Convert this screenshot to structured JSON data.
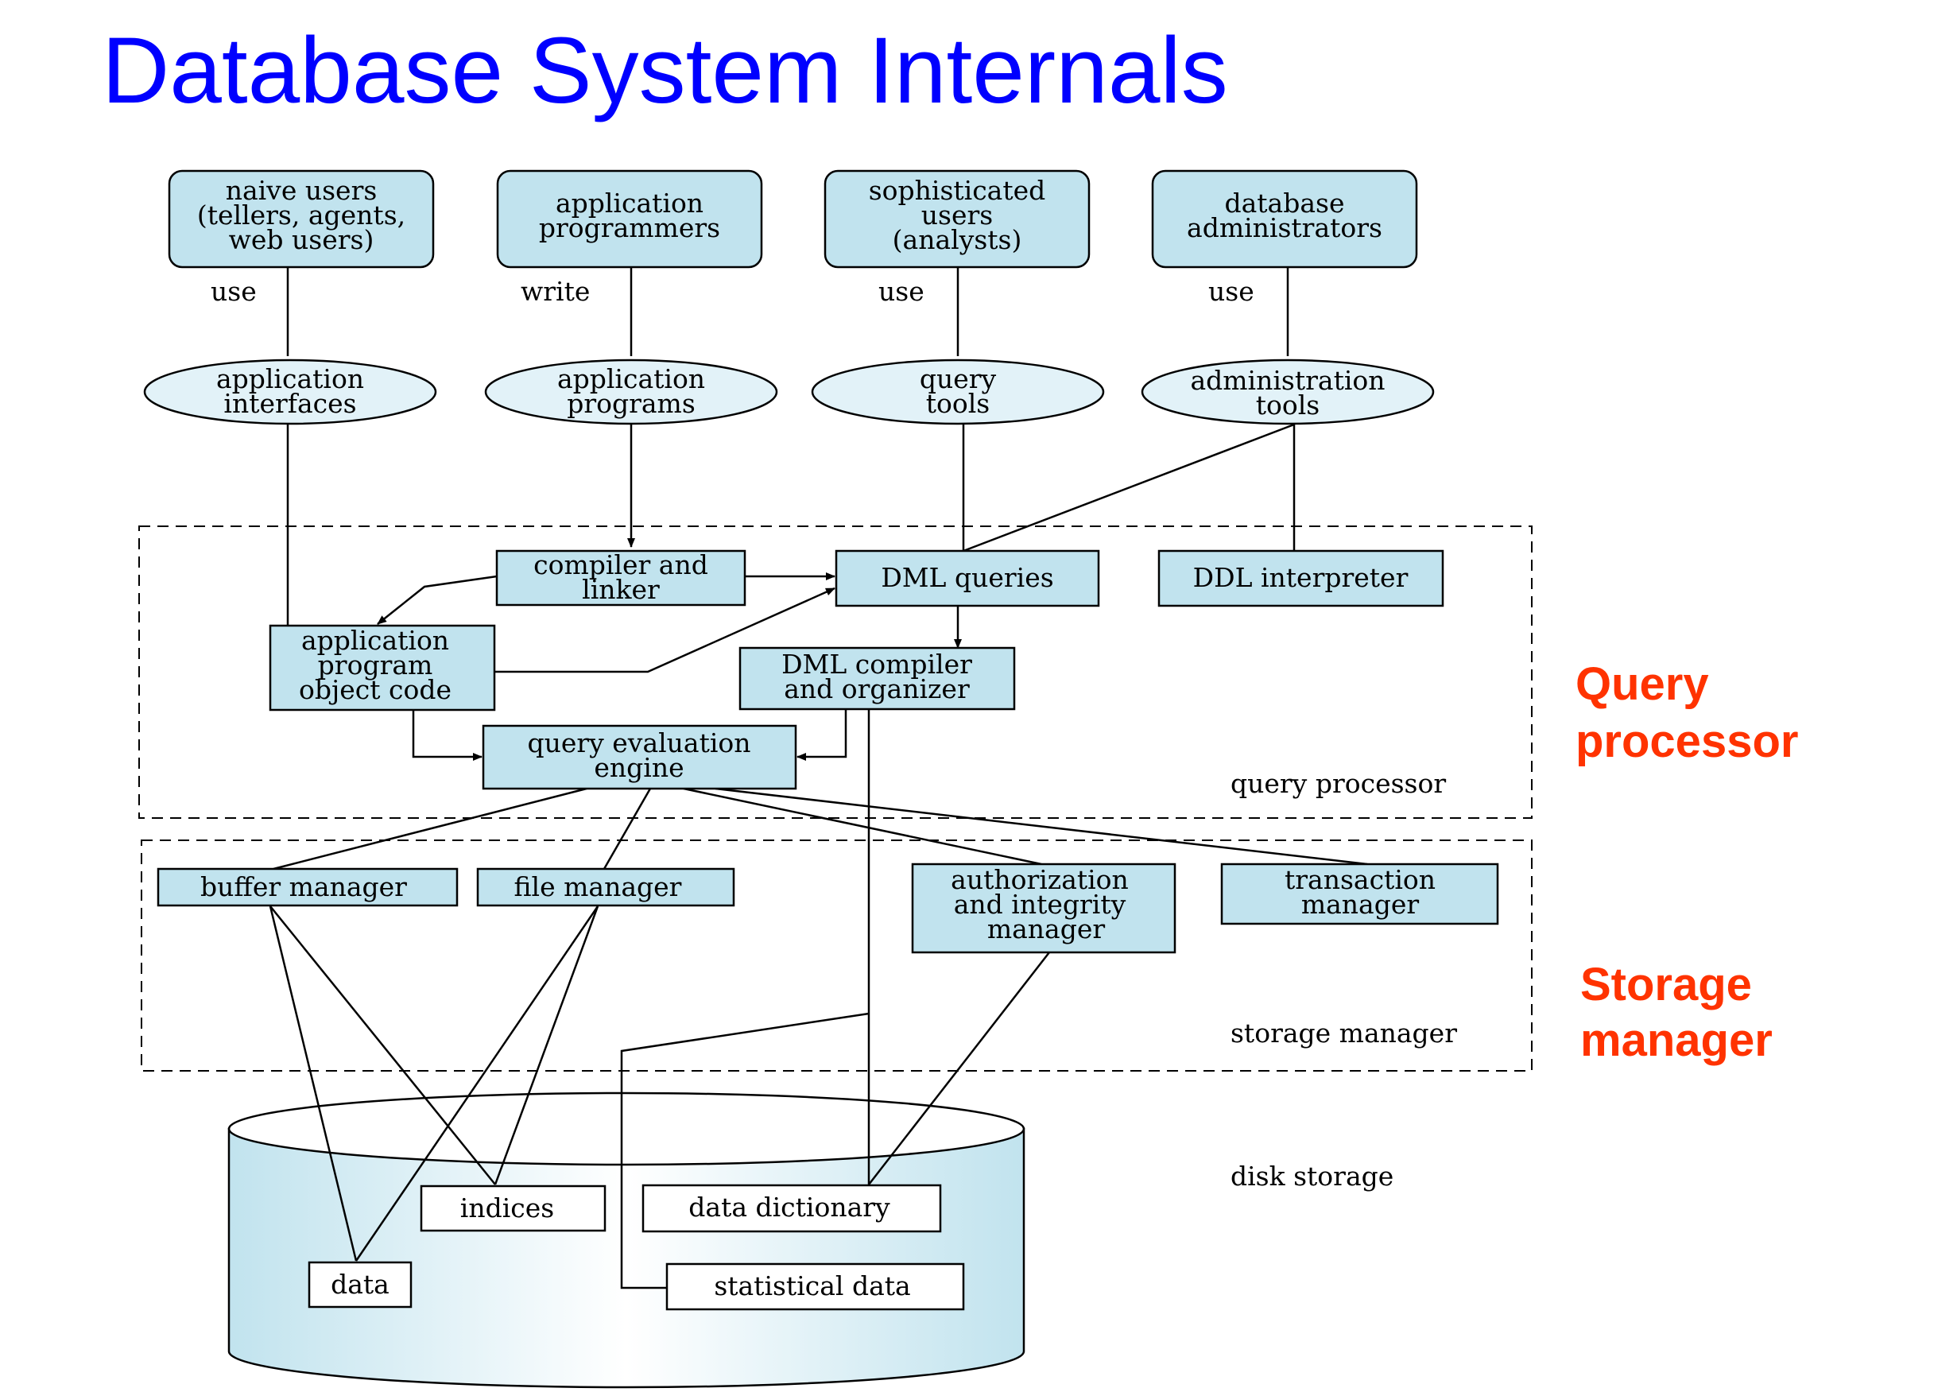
{
  "title": "Database System Internals",
  "colors": {
    "title": "#0000ff",
    "side_labels": "#ff3300",
    "box_fill": "#c1e3ee",
    "ellipse_fill": "#e2f2f8"
  },
  "users": [
    {
      "lines": [
        "naive users",
        "(tellers, agents,",
        "web users)"
      ],
      "verb": "use"
    },
    {
      "lines": [
        "application",
        "programmers"
      ],
      "verb": "write"
    },
    {
      "lines": [
        "sophisticated",
        "users",
        "(analysts)"
      ],
      "verb": "use"
    },
    {
      "lines": [
        "database",
        "administrators"
      ],
      "verb": "use"
    }
  ],
  "tools": [
    [
      "application",
      "interfaces"
    ],
    [
      "application",
      "programs"
    ],
    [
      "query",
      "tools"
    ],
    [
      "administration",
      "tools"
    ]
  ],
  "query_processor": {
    "region_label": "query processor",
    "side_label": [
      "Query",
      "processor"
    ],
    "compiler": [
      "compiler and",
      "linker"
    ],
    "dml_queries": "DML queries",
    "ddl_interpreter": "DDL interpreter",
    "app_object_code": [
      "application",
      "program",
      "object code"
    ],
    "dml_compiler": [
      "DML compiler",
      "and organizer"
    ],
    "query_engine": [
      "query evaluation",
      "engine"
    ]
  },
  "storage_manager": {
    "region_label": "storage manager",
    "side_label": [
      "Storage",
      "manager"
    ],
    "buffer_manager": "buffer manager",
    "file_manager": "file manager",
    "authorization": [
      "authorization",
      "and integrity",
      "manager"
    ],
    "transaction": [
      "transaction",
      "manager"
    ]
  },
  "disk": {
    "label": "disk storage",
    "indices": "indices",
    "data_dictionary": "data dictionary",
    "data": "data",
    "statistical_data": "statistical data"
  }
}
